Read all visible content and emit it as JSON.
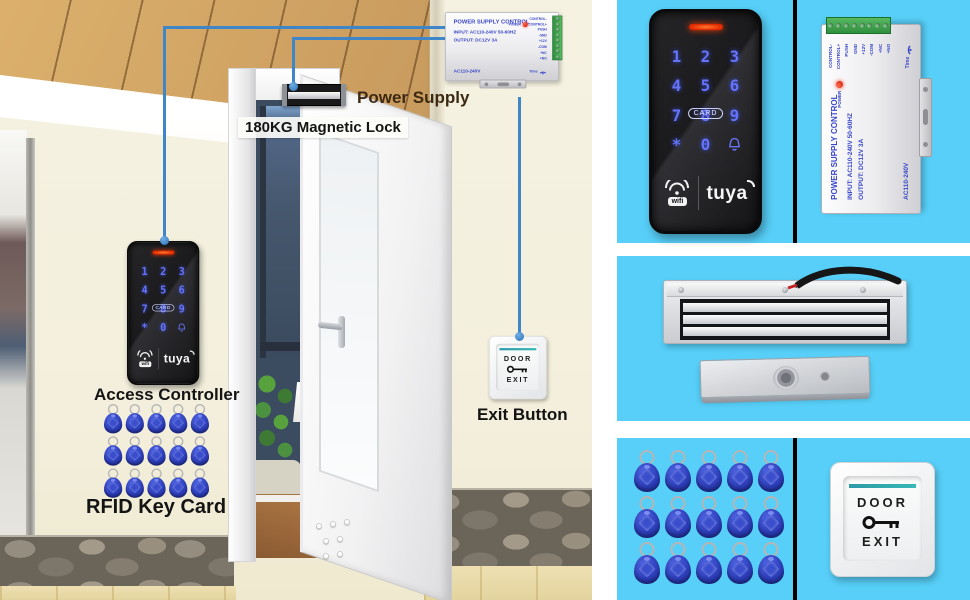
{
  "colors": {
    "panel_background": "#57CFF8",
    "panel_divider": "#000000",
    "wire_blue": "#3E86C8",
    "keypad_key_blue": "#6573F5",
    "keyfob_blue": "#2B3CB8",
    "exit_teal": "#2D9AA8",
    "wall_cream": "#F3EFDC",
    "ceiling_wood": "#C89B5E",
    "stone_gray": "#6B6459",
    "floor_tile": "#E8DCAE"
  },
  "scene": {
    "labels": {
      "power_supply": "Power Supply",
      "magnetic_lock": "180KG Magnetic Lock",
      "access_controller": "Access Controller",
      "rfid_key_card": "RFID Key Card",
      "exit_button": "Exit Button"
    }
  },
  "devices": {
    "power_supply": {
      "title": "POWER SUPPLY CONTROL",
      "input": "INPUT: AC110-240V 50-60HZ",
      "output": "OUTPUT: DC12V 3A",
      "ac_rating": "AC110-240V",
      "power_led_label": "POWER",
      "time_label": "Time",
      "terminals": [
        "CONTROL-",
        "CONTROL+",
        "PUSH",
        "GND",
        "+12V",
        "-COM",
        "+NC",
        "+NO"
      ]
    },
    "keypad": {
      "digit_keys": [
        "1",
        "2",
        "3",
        "4",
        "5",
        "6",
        "7",
        "8",
        "9",
        "*",
        "0"
      ],
      "bell_icon": "doorbell-icon",
      "card_label": "CARD",
      "wifi_label": "wifi",
      "brand": "tuya"
    },
    "exit_button": {
      "line1": "DOOR",
      "line2": "EXIT",
      "key_icon": "key-icon"
    },
    "keyfobs": {
      "count": 15,
      "rows": 3,
      "cols": 5
    },
    "magnetic_lock": {
      "rating": "180KG"
    }
  }
}
